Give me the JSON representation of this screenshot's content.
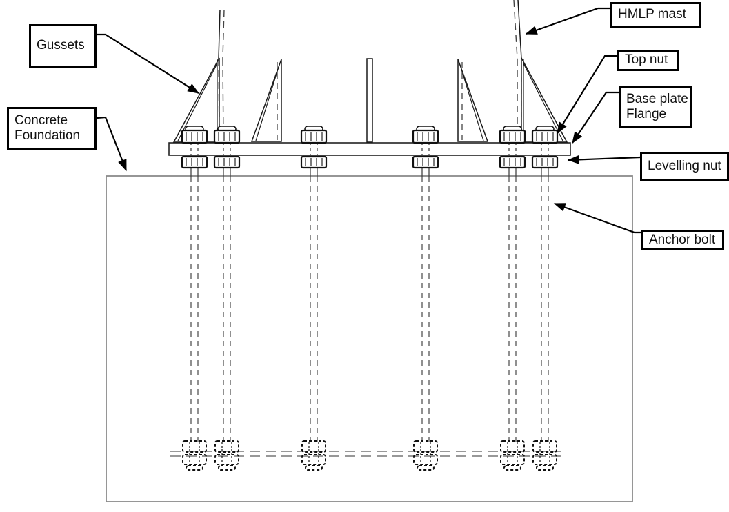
{
  "diagram": {
    "labels": {
      "gussets": "Gussets",
      "concrete_foundation_line1": "Concrete",
      "concrete_foundation_line2": "Foundation",
      "hmlp_mast": "HMLP mast",
      "top_nut": "Top nut",
      "base_plate_line1": "Base plate",
      "base_plate_line2": "Flange",
      "levelling_nut": "Levelling nut",
      "anchor_bolt": "Anchor bolt"
    },
    "colors": {
      "linework": "#1a1a1a",
      "hidden_line": "#555555",
      "foundation_outline": "#8a8a8a",
      "background": "#ffffff"
    }
  }
}
